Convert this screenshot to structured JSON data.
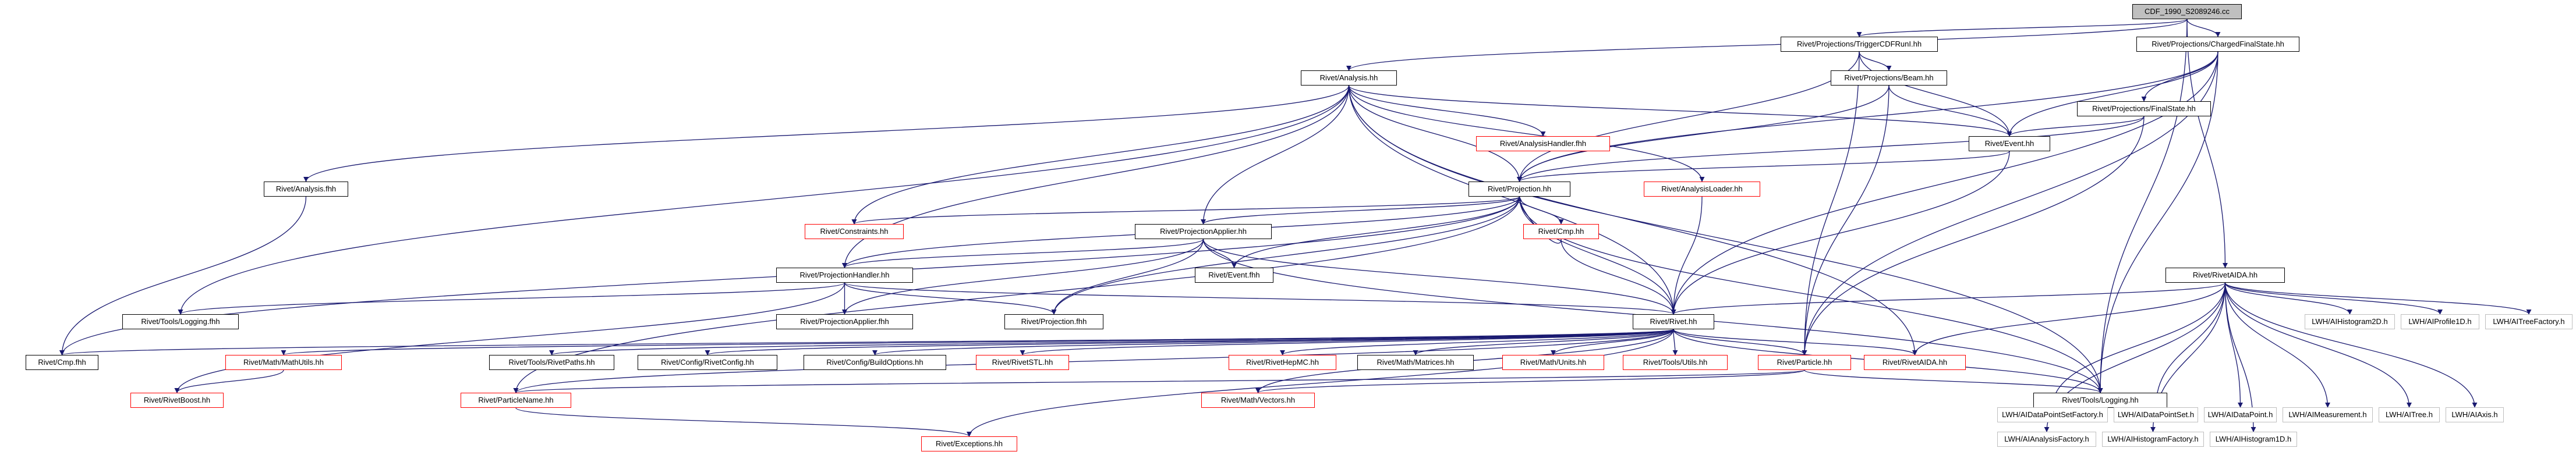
{
  "graph": {
    "colors": {
      "edge": "#191970",
      "linked_border": "#000000",
      "missing_border": "#ff0000",
      "external_border": "#bfbfbf",
      "root_fill": "#bfbfbf"
    },
    "nodes": {
      "root": "CDF_1990_S2089246.cc",
      "trigger": "Rivet/Projections/TriggerCDFRunI.hh",
      "chfs": "Rivet/Projections/ChargedFinalState.hh",
      "analysis": "Rivet/Analysis.hh",
      "beam": "Rivet/Projections/Beam.hh",
      "finalstate": "Rivet/Projections/FinalState.hh",
      "event": "Rivet/Event.hh",
      "analysisfhh": "Rivet/Analysis.fhh",
      "ahandlerfhh": "Rivet/AnalysisHandler.fhh",
      "aloader": "Rivet/AnalysisLoader.hh",
      "projection": "Rivet/Projection.hh",
      "constraints": "Rivet/Constraints.hh",
      "papplier": "Rivet/ProjectionApplier.hh",
      "cmp": "Rivet/Cmp.hh",
      "phandler": "Rivet/ProjectionHandler.hh",
      "eventfhh": "Rivet/Event.fhh",
      "toolslogfhh": "Rivet/Tools/Logging.fhh",
      "pappfhh": "Rivet/ProjectionApplier.fhh",
      "projfhh": "Rivet/Projection.fhh",
      "rivet": "Rivet/Rivet.hh",
      "cmpfhh": "Rivet/Cmp.fhh",
      "mathutils": "Rivet/Math/MathUtils.hh",
      "riveboost": "Rivet/RivetBoost.hh",
      "rivetpaths": "Rivet/Tools/RivetPaths.hh",
      "rivetconfig": "Rivet/Config/RivetConfig.hh",
      "buildopts": "Rivet/Config/BuildOptions.hh",
      "rivetstl": "Rivet/RivetSTL.hh",
      "rivethepmc": "Rivet/RivetHepMC.hh",
      "matrices": "Rivet/Math/Matrices.hh",
      "units": "Rivet/Math/Units.hh",
      "toolsutils": "Rivet/Tools/Utils.hh",
      "particle": "Rivet/Particle.hh",
      "rivetaidahh": "Rivet/RivetAIDA.hh",
      "particlename": "Rivet/ParticleName.hh",
      "exceptions": "Rivet/Exceptions.hh",
      "vectors": "Rivet/Math/Vectors.hh",
      "logging": "Rivet/Tools/Logging.hh",
      "rivetaidacc": "Rivet/RivetAIDA.hh",
      "lwh_h2d": "LWH/AIHistogram2D.h",
      "lwh_p1d": "LWH/AIProfile1D.h",
      "lwh_treefactory": "LWH/AITreeFactory.h",
      "lwh_dpsfactory": "LWH/AIDataPointSetFactory.h",
      "lwh_dps": "LWH/AIDataPointSet.h",
      "lwh_dp": "LWH/AIDataPoint.h",
      "lwh_meas": "LWH/AIMeasurement.h",
      "lwh_tree": "LWH/AITree.h",
      "lwh_axis": "LWH/AIAxis.h",
      "lwh_afactory": "LWH/AIAnalysisFactory.h",
      "lwh_hfactory": "LWH/AIHistogramFactory.h",
      "lwh_h1d": "LWH/AIHistogram1D.h"
    }
  }
}
